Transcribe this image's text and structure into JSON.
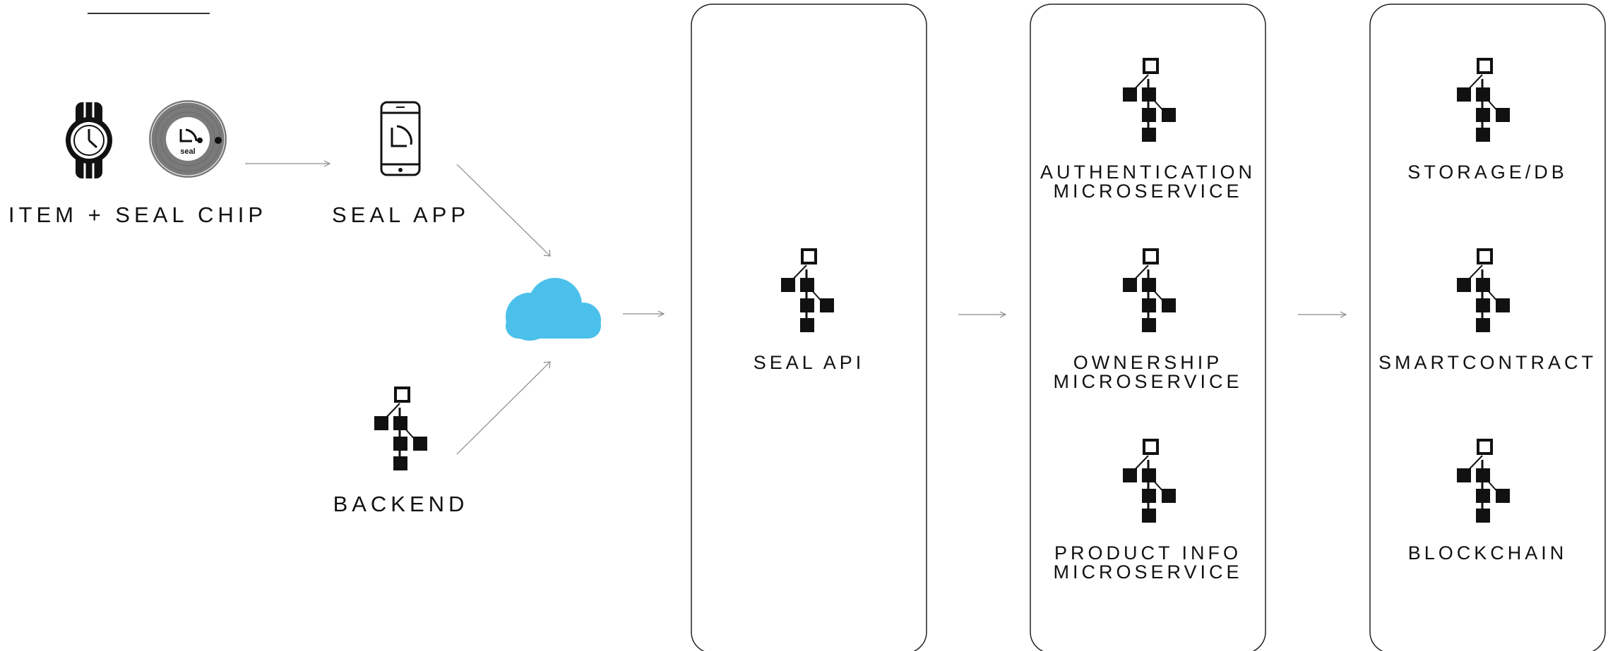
{
  "nodes": {
    "item": {
      "label": "ITEM + SEAL CHIP",
      "icons": [
        "watch-icon",
        "seal-chip-icon"
      ],
      "chip_text": "seal"
    },
    "app": {
      "label": "SEAL APP",
      "icon": "smartphone-icon"
    },
    "backend": {
      "label": "BACKEND",
      "icon": "service-tree-icon"
    },
    "cloud": {
      "icon": "cloud-icon",
      "color": "#4BC0EB"
    },
    "api": {
      "label": "SEAL API",
      "icon": "service-tree-icon"
    }
  },
  "panels": {
    "microservices": [
      {
        "line1": "AUTHENTICATION",
        "line2": "MICROSERVICE"
      },
      {
        "line1": "OWNERSHIP",
        "line2": "MICROSERVICE"
      },
      {
        "line1": "PRODUCT INFO",
        "line2": "MICROSERVICE"
      }
    ],
    "storage": [
      {
        "line1": "STORAGE/DB"
      },
      {
        "line1": "SMARTCONTRACT"
      },
      {
        "line1": "BLOCKCHAIN"
      }
    ]
  },
  "colors": {
    "ink": "#111111",
    "arrow": "#8a8a8a",
    "panel_border": "#222222",
    "chip_ring": "#7a7a7a"
  }
}
